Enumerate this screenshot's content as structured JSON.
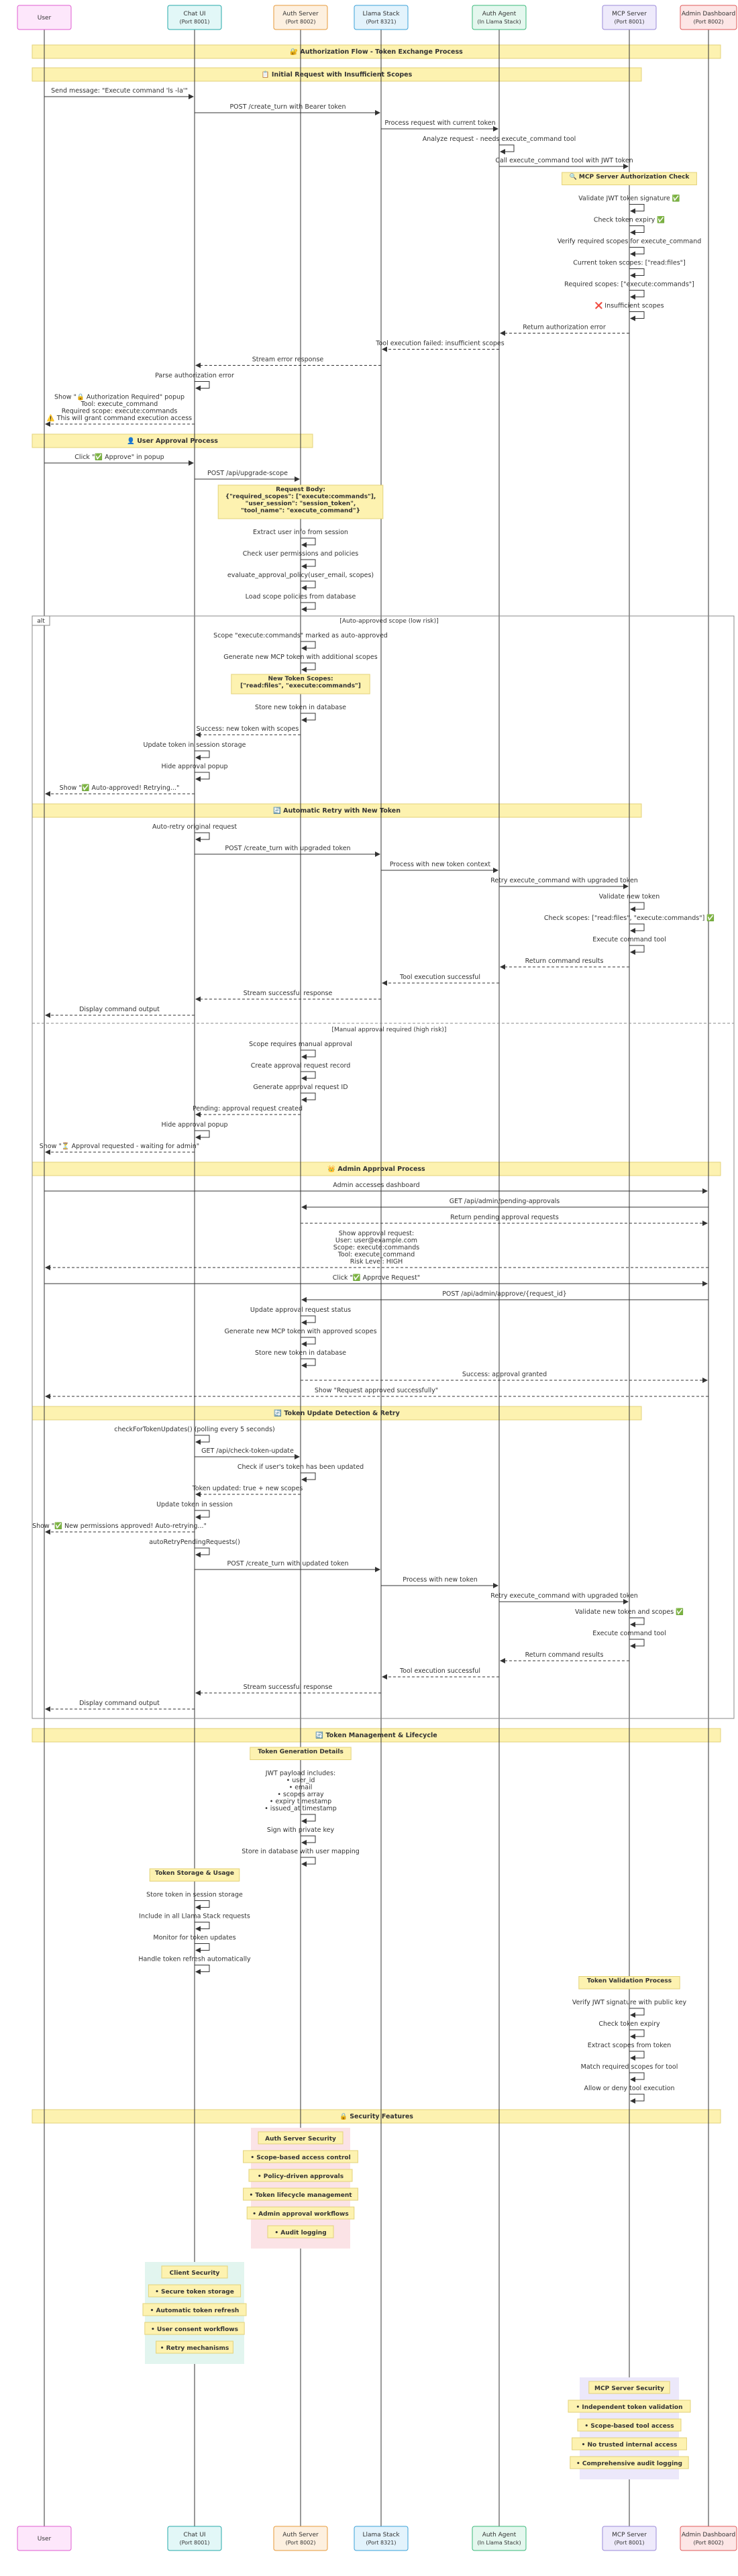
{
  "participants": [
    {
      "id": "user",
      "name": "User",
      "port": "",
      "color": "#e05bd0",
      "fill": "#fde7fb"
    },
    {
      "id": "chat",
      "name": "Chat UI",
      "port": "(Port 8001)",
      "color": "#25a8a8",
      "fill": "#e2f7f7"
    },
    {
      "id": "auth",
      "name": "Auth Server",
      "port": "(Port 8002)",
      "color": "#e69a3a",
      "fill": "#fdf0e0"
    },
    {
      "id": "llama",
      "name": "Llama Stack",
      "port": "(Port 8321)",
      "color": "#3aa0d8",
      "fill": "#e3f3fc"
    },
    {
      "id": "agent",
      "name": "Auth Agent",
      "port": "(In Llama Stack)",
      "color": "#3ab87a",
      "fill": "#e4f7ee"
    },
    {
      "id": "mcp",
      "name": "MCP Server",
      "port": "(Port 8001)",
      "color": "#9a8ad8",
      "fill": "#eeeafb"
    },
    {
      "id": "admin",
      "name": "Admin Dashboard",
      "port": "(Port 8002)",
      "color": "#e05a5a",
      "fill": "#fde6e6"
    }
  ],
  "events": [
    {
      "k": "section",
      "t": "🔐 Authorization Flow - Token Exchange Process",
      "from": "user",
      "to": "admin"
    },
    {
      "k": "section",
      "t": "📋 Initial Request with Insufficient Scopes",
      "from": "user",
      "to": "mcp"
    },
    {
      "k": "msg",
      "from": "user",
      "to": "chat",
      "t": "Send message: \"Execute command 'ls -la'\""
    },
    {
      "k": "msg",
      "from": "chat",
      "to": "llama",
      "t": "POST /create_turn with Bearer token"
    },
    {
      "k": "msg",
      "from": "llama",
      "to": "agent",
      "t": "Process request with current token"
    },
    {
      "k": "self",
      "p": "agent",
      "t": "Analyze request - needs execute_command tool"
    },
    {
      "k": "msg",
      "from": "agent",
      "to": "mcp",
      "t": "Call execute_command tool with JWT token"
    },
    {
      "k": "note",
      "p": "mcp",
      "t": "🔍 MCP Server Authorization Check"
    },
    {
      "k": "self",
      "p": "mcp",
      "t": "Validate JWT token signature ✅"
    },
    {
      "k": "self",
      "p": "mcp",
      "t": "Check token expiry ✅"
    },
    {
      "k": "self",
      "p": "mcp",
      "t": "Verify required scopes for execute_command"
    },
    {
      "k": "self",
      "p": "mcp",
      "t": "Current token scopes: [\"read:files\"]"
    },
    {
      "k": "self",
      "p": "mcp",
      "t": "Required scopes: [\"execute:commands\"]"
    },
    {
      "k": "self",
      "p": "mcp",
      "t": "❌ Insufficient scopes"
    },
    {
      "k": "msg",
      "from": "mcp",
      "to": "agent",
      "t": "Return authorization error",
      "d": true
    },
    {
      "k": "msg",
      "from": "agent",
      "to": "llama",
      "t": "Tool execution failed: insufficient scopes",
      "d": true
    },
    {
      "k": "msg",
      "from": "llama",
      "to": "chat",
      "t": "Stream error response",
      "d": true
    },
    {
      "k": "self",
      "p": "chat",
      "t": "Parse authorization error"
    },
    {
      "k": "msg",
      "from": "chat",
      "to": "user",
      "t": "Show \"🔒 Authorization Required\" popup|Tool: execute_command|Required scope: execute:commands|⚠️ This will grant command execution access",
      "d": true
    },
    {
      "k": "section",
      "t": "👤 User Approval Process",
      "from": "user",
      "to": "auth"
    },
    {
      "k": "msg",
      "from": "user",
      "to": "chat",
      "t": "Click \"✅ Approve\" in popup"
    },
    {
      "k": "msg",
      "from": "chat",
      "to": "auth",
      "t": "POST /api/upgrade-scope"
    },
    {
      "k": "note",
      "p": "auth",
      "t": "Request Body:|{\"required_scopes\": [\"execute:commands\"],|\"user_session\": \"session_token\",|\"tool_name\": \"execute_command\"}"
    },
    {
      "k": "self",
      "p": "auth",
      "t": "Extract user info from session"
    },
    {
      "k": "self",
      "p": "auth",
      "t": "Check user permissions and policies"
    },
    {
      "k": "self",
      "p": "auth",
      "t": "evaluate_approval_policy(user_email, scopes)"
    },
    {
      "k": "self",
      "p": "auth",
      "t": "Load scope policies from database"
    },
    {
      "k": "alt_start",
      "label": "alt",
      "cond": "[Auto-approved scope (low risk)]"
    },
    {
      "k": "self",
      "p": "auth",
      "t": "Scope \"execute:commands\" marked as auto-approved"
    },
    {
      "k": "self",
      "p": "auth",
      "t": "Generate new MCP token with additional scopes"
    },
    {
      "k": "note",
      "p": "auth",
      "t": "New Token Scopes:|[\"read:files\", \"execute:commands\"]"
    },
    {
      "k": "self",
      "p": "auth",
      "t": "Store new token in database"
    },
    {
      "k": "msg",
      "from": "auth",
      "to": "chat",
      "t": "Success: new token with scopes",
      "d": true
    },
    {
      "k": "self",
      "p": "chat",
      "t": "Update token in session storage"
    },
    {
      "k": "self",
      "p": "chat",
      "t": "Hide approval popup"
    },
    {
      "k": "msg",
      "from": "chat",
      "to": "user",
      "t": "Show \"✅ Auto-approved! Retrying...\"",
      "d": true
    },
    {
      "k": "section",
      "t": "🔄 Automatic Retry with New Token",
      "from": "user",
      "to": "mcp"
    },
    {
      "k": "self",
      "p": "chat",
      "t": "Auto-retry original request"
    },
    {
      "k": "msg",
      "from": "chat",
      "to": "llama",
      "t": "POST /create_turn with upgraded token"
    },
    {
      "k": "msg",
      "from": "llama",
      "to": "agent",
      "t": "Process with new token context"
    },
    {
      "k": "msg",
      "from": "agent",
      "to": "mcp",
      "t": "Retry execute_command with upgraded token"
    },
    {
      "k": "self",
      "p": "mcp",
      "t": "Validate new token"
    },
    {
      "k": "self",
      "p": "mcp",
      "t": "Check scopes: [\"read:files\", \"execute:commands\"] ✅"
    },
    {
      "k": "self",
      "p": "mcp",
      "t": "Execute command tool"
    },
    {
      "k": "msg",
      "from": "mcp",
      "to": "agent",
      "t": "Return command results",
      "d": true
    },
    {
      "k": "msg",
      "from": "agent",
      "to": "llama",
      "t": "Tool execution successful",
      "d": true
    },
    {
      "k": "msg",
      "from": "llama",
      "to": "chat",
      "t": "Stream successful response",
      "d": true
    },
    {
      "k": "msg",
      "from": "chat",
      "to": "user",
      "t": "Display command output",
      "d": true
    },
    {
      "k": "alt_else",
      "cond": "[Manual approval required (high risk)]"
    },
    {
      "k": "self",
      "p": "auth",
      "t": "Scope requires manual approval"
    },
    {
      "k": "self",
      "p": "auth",
      "t": "Create approval request record"
    },
    {
      "k": "self",
      "p": "auth",
      "t": "Generate approval request ID"
    },
    {
      "k": "msg",
      "from": "auth",
      "to": "chat",
      "t": "Pending: approval request created",
      "d": true
    },
    {
      "k": "self",
      "p": "chat",
      "t": "Hide approval popup"
    },
    {
      "k": "msg",
      "from": "chat",
      "to": "user",
      "t": "Show \"⏳ Approval requested - waiting for admin\"",
      "d": true
    },
    {
      "k": "section",
      "t": "👑 Admin Approval Process",
      "from": "user",
      "to": "admin"
    },
    {
      "k": "msg",
      "from": "user",
      "to": "admin",
      "t": "Admin accesses dashboard"
    },
    {
      "k": "msg",
      "from": "admin",
      "to": "auth",
      "t": "GET /api/admin/pending-approvals"
    },
    {
      "k": "msg",
      "from": "auth",
      "to": "admin",
      "t": "Return pending approval requests",
      "d": true
    },
    {
      "k": "msg",
      "from": "admin",
      "to": "user",
      "t": "Show approval request:|User: user@example.com|Scope: execute:commands|Tool: execute_command|Risk Level: HIGH",
      "d": true
    },
    {
      "k": "msg",
      "from": "user",
      "to": "admin",
      "t": "Click \"✅ Approve Request\""
    },
    {
      "k": "msg",
      "from": "admin",
      "to": "auth",
      "t": "POST /api/admin/approve/{request_id}"
    },
    {
      "k": "self",
      "p": "auth",
      "t": "Update approval request status"
    },
    {
      "k": "self",
      "p": "auth",
      "t": "Generate new MCP token with approved scopes"
    },
    {
      "k": "self",
      "p": "auth",
      "t": "Store new token in database"
    },
    {
      "k": "msg",
      "from": "auth",
      "to": "admin",
      "t": "Success: approval granted",
      "d": true
    },
    {
      "k": "msg",
      "from": "admin",
      "to": "user",
      "t": "Show \"Request approved successfully\"",
      "d": true
    },
    {
      "k": "section",
      "t": "🔄 Token Update Detection & Retry",
      "from": "user",
      "to": "mcp"
    },
    {
      "k": "self",
      "p": "chat",
      "t": "checkForTokenUpdates() (polling every 5 seconds)"
    },
    {
      "k": "msg",
      "from": "chat",
      "to": "auth",
      "t": "GET /api/check-token-update"
    },
    {
      "k": "self",
      "p": "auth",
      "t": "Check if user's token has been updated"
    },
    {
      "k": "msg",
      "from": "auth",
      "to": "chat",
      "t": "Token updated: true + new scopes",
      "d": true
    },
    {
      "k": "self",
      "p": "chat",
      "t": "Update token in session"
    },
    {
      "k": "msg",
      "from": "chat",
      "to": "user",
      "t": "Show \"✅ New permissions approved! Auto-retrying...\"",
      "d": true
    },
    {
      "k": "self",
      "p": "chat",
      "t": "autoRetryPendingRequests()"
    },
    {
      "k": "msg",
      "from": "chat",
      "to": "llama",
      "t": "POST /create_turn with updated token"
    },
    {
      "k": "msg",
      "from": "llama",
      "to": "agent",
      "t": "Process with new token"
    },
    {
      "k": "msg",
      "from": "agent",
      "to": "mcp",
      "t": "Retry execute_command with upgraded token"
    },
    {
      "k": "self",
      "p": "mcp",
      "t": "Validate new token and scopes ✅"
    },
    {
      "k": "self",
      "p": "mcp",
      "t": "Execute command tool"
    },
    {
      "k": "msg",
      "from": "mcp",
      "to": "agent",
      "t": "Return command results",
      "d": true
    },
    {
      "k": "msg",
      "from": "agent",
      "to": "llama",
      "t": "Tool execution successful",
      "d": true
    },
    {
      "k": "msg",
      "from": "llama",
      "to": "chat",
      "t": "Stream successful response",
      "d": true
    },
    {
      "k": "msg",
      "from": "chat",
      "to": "user",
      "t": "Display command output",
      "d": true
    },
    {
      "k": "alt_end"
    },
    {
      "k": "section",
      "t": "🔄 Token Management & Lifecycle",
      "from": "user",
      "to": "admin"
    },
    {
      "k": "note",
      "p": "auth",
      "t": "Token Generation Details"
    },
    {
      "k": "self",
      "p": "auth",
      "t": "JWT payload includes:|• user_id|• email|• scopes array|• expiry timestamp|• issued_at timestamp"
    },
    {
      "k": "self",
      "p": "auth",
      "t": "Sign with private key"
    },
    {
      "k": "self",
      "p": "auth",
      "t": "Store in database with user mapping"
    },
    {
      "k": "note",
      "p": "chat",
      "t": "Token Storage & Usage"
    },
    {
      "k": "self",
      "p": "chat",
      "t": "Store token in session storage"
    },
    {
      "k": "self",
      "p": "chat",
      "t": "Include in all Llama Stack requests"
    },
    {
      "k": "self",
      "p": "chat",
      "t": "Monitor for token updates"
    },
    {
      "k": "self",
      "p": "chat",
      "t": "Handle token refresh automatically"
    },
    {
      "k": "note",
      "p": "mcp",
      "t": "Token Validation Process"
    },
    {
      "k": "self",
      "p": "mcp",
      "t": "Verify JWT signature with public key"
    },
    {
      "k": "self",
      "p": "mcp",
      "t": "Check token expiry"
    },
    {
      "k": "self",
      "p": "mcp",
      "t": "Extract scopes from token"
    },
    {
      "k": "self",
      "p": "mcp",
      "t": "Match required scopes for tool"
    },
    {
      "k": "self",
      "p": "mcp",
      "t": "Allow or deny tool execution"
    },
    {
      "k": "section",
      "t": "🔒 Security Features",
      "from": "user",
      "to": "admin"
    },
    {
      "k": "box",
      "p": "auth",
      "bg": "#fbe3e6",
      "items": [
        "Auth Server Security",
        "• Scope-based access control",
        "• Policy-driven approvals",
        "• Token lifecycle management",
        "• Admin approval workflows",
        "• Audit logging"
      ]
    },
    {
      "k": "box",
      "p": "chat",
      "bg": "#e2f5ef",
      "items": [
        "Client Security",
        "• Secure token storage",
        "• Automatic token refresh",
        "• User consent workflows",
        "• Retry mechanisms"
      ]
    },
    {
      "k": "box",
      "p": "mcp",
      "bg": "#ece8fa",
      "items": [
        "MCP Server Security",
        "• Independent token validation",
        "• Scope-based tool access",
        "• No trusted internal access",
        "• Comprehensive audit logging"
      ]
    }
  ]
}
